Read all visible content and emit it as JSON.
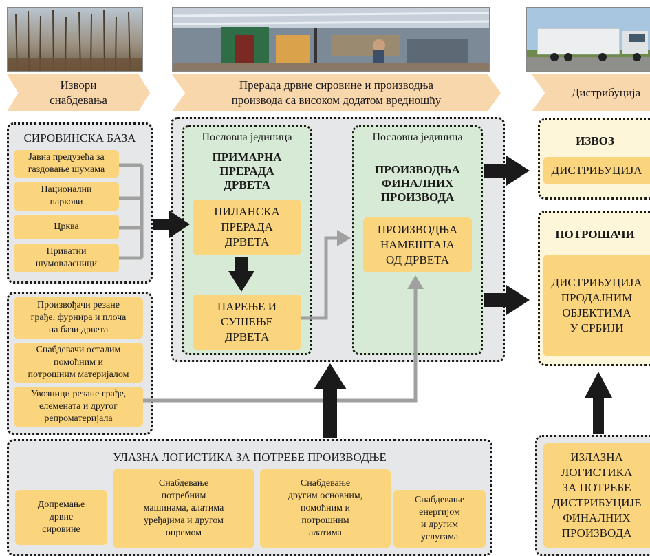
{
  "header": {
    "sources": "Извори\nснабдевања",
    "processing": "Прерада дрвне сировине и производња\nпроизвода са високом додатом вредношћу",
    "distribution": "Дистрибуција"
  },
  "raw_base": {
    "title": "СИРОВИНСКА БАЗА",
    "items": [
      "Јавна предузећа за\nгаздовање шумама",
      "Национални\nпаркови",
      "Црква",
      "Приватни\nшумовласници"
    ]
  },
  "suppliers": {
    "items": [
      "Произвођачи резане\nграђе, фурнира и плоча\nна бази дрвета",
      "Снабдевачи осталим\nпомоћним и\nпотрошним материјалом",
      "Увозници резане грађе,\nелемената и другог\nрепроматеријала"
    ]
  },
  "primary_unit": {
    "label": "Пословна јединица",
    "title": "ПРИМАРНА\nПРЕРАДА\nДРВЕТА",
    "step1": "ПИЛАНСКА\nПРЕРАДА\nДРВЕТА",
    "step2": "ПАРЕЊЕ И\nСУШЕЊЕ\nДРВЕТА"
  },
  "final_unit": {
    "label": "Пословна јединица",
    "title": "ПРОИЗВОДЊА\nФИНАЛНИХ\nПРОИЗВОДА",
    "step1": "ПРОИЗВОДЊА\nНАМЕШТАЈА\nОД ДРВЕТА"
  },
  "export": {
    "title": "ИЗВОЗ",
    "item": "ДИСТРИБУЦИЈА"
  },
  "consumers": {
    "title": "ПОТРОШАЧИ",
    "item": "ДИСТРИБУЦИЈА\nПРОДАЈНИМ\nОБЈЕКТИМА\nУ СРБИЈИ"
  },
  "inbound": {
    "title": "УЛАЗНА ЛОГИСТИКА ЗА ПОТРЕБЕ ПРОИЗВОДЊЕ",
    "items": [
      "Допремање\nдрвне\nсировине",
      "Снабдевање\nпотребним\nмашинама, алатима\nуређајима и другом\nопремом",
      "Снабдевање\nдругим основним,\nпомоћним и\nпотрошним\nалатима",
      "Снабдевање\nенергијом\nи другим\nуслугама"
    ]
  },
  "outbound": {
    "title": "ИЗЛАЗНА\nЛОГИСТИКА\nЗА ПОТРЕБЕ\nДИСТРИБУЦИЈЕ\nФИНАЛНИХ\nПРОИЗВОДА"
  },
  "colors": {
    "panel": "#e6e7e9",
    "unit": "#d7ead5",
    "box": "#fbd57e",
    "chevron": "#f9d7ad",
    "arrow_dark": "#1a1a1a",
    "arrow_grey": "#a0a0a0"
  }
}
